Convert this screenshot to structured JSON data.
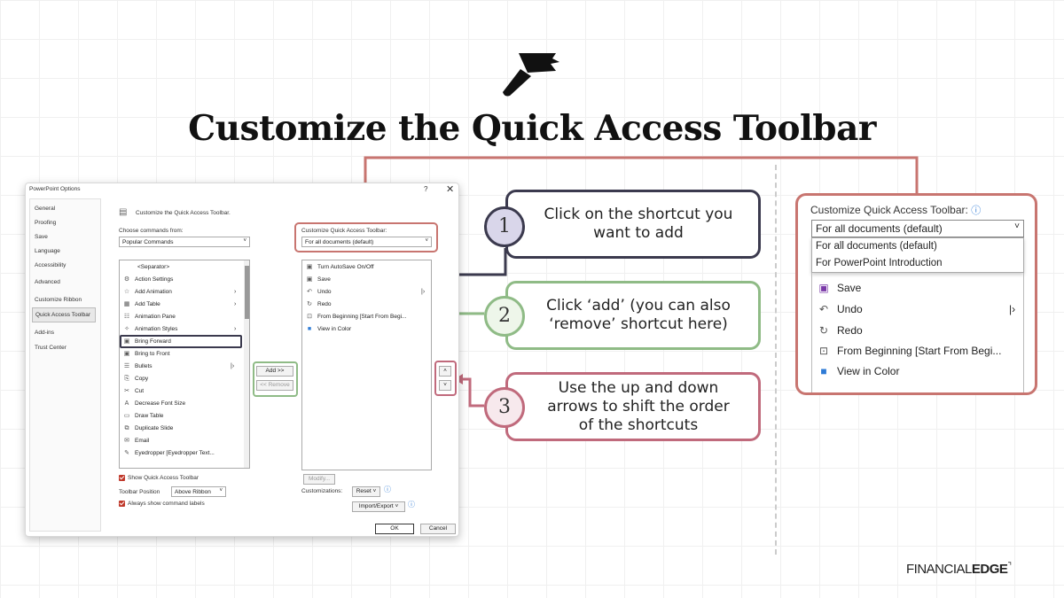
{
  "title": "Customize the Quick Access Toolbar",
  "dialog": {
    "window_title": "PowerPoint Options",
    "help": "?",
    "close": "✕",
    "nav": [
      "General",
      "Proofing",
      "Save",
      "Language",
      "Accessibility",
      "Advanced",
      "Customize Ribbon",
      "Quick Access Toolbar",
      "Add-ins",
      "Trust Center"
    ],
    "heading": "Customize the Quick Access Toolbar.",
    "choose_label": "Choose commands from:",
    "choose_value": "Popular Commands",
    "customize_label": "Customize Quick Access Toolbar:",
    "customize_value": "For all documents (default)",
    "commands": [
      {
        "icon": "",
        "label": "<Separator>"
      },
      {
        "icon": "⚙",
        "label": "Action Settings"
      },
      {
        "icon": "☆",
        "label": "Add Animation",
        "sub": "›"
      },
      {
        "icon": "▦",
        "label": "Add Table",
        "sub": "›"
      },
      {
        "icon": "☷",
        "label": "Animation Pane"
      },
      {
        "icon": "✧",
        "label": "Animation Styles",
        "sub": "›"
      },
      {
        "icon": "▣",
        "label": "Bring Forward"
      },
      {
        "icon": "▣",
        "label": "Bring to Front"
      },
      {
        "icon": "☰",
        "label": "Bullets",
        "sub": "|›"
      },
      {
        "icon": "⎘",
        "label": "Copy"
      },
      {
        "icon": "✂",
        "label": "Cut"
      },
      {
        "icon": "A",
        "label": "Decrease Font Size"
      },
      {
        "icon": "▭",
        "label": "Draw Table"
      },
      {
        "icon": "⧉",
        "label": "Duplicate Slide"
      },
      {
        "icon": "✉",
        "label": "Email"
      },
      {
        "icon": "✎",
        "label": "Eyedropper [Eyedropper Text..."
      }
    ],
    "toolbar_items": [
      {
        "icon": "▣",
        "label": "Turn AutoSave On/Off"
      },
      {
        "icon": "▣",
        "label": "Save"
      },
      {
        "icon": "↶",
        "label": "Undo",
        "sub": "|›"
      },
      {
        "icon": "↻",
        "label": "Redo"
      },
      {
        "icon": "⊡",
        "label": "From Beginning [Start From Begi..."
      },
      {
        "icon": "■",
        "label": "View in Color"
      }
    ],
    "add_button": "Add >>",
    "remove_button": "<< Remove",
    "up_arrow": "˄",
    "down_arrow": "˅",
    "show_qat": "Show Quick Access Toolbar",
    "toolbar_position_label": "Toolbar Position",
    "toolbar_position_value": "Above Ribbon",
    "always_show": "Always show command labels",
    "modify": "Modify...",
    "customizations_label": "Customizations:",
    "reset": "Reset ˅",
    "import_export": "Import/Export ˅",
    "ok": "OK",
    "cancel": "Cancel"
  },
  "callouts": [
    {
      "number": "1",
      "text": "Click on the shortcut you want to add",
      "color": "#3b3a4e"
    },
    {
      "number": "2",
      "text": "Click ‘add’ (you can also ‘remove’ shortcut here)",
      "color": "#8fbb86"
    },
    {
      "number": "3",
      "text": "Use the up and down arrows to shift the order of the shortcuts",
      "color": "#c06a7c"
    }
  ],
  "zoom_panel": {
    "label": "Customize Quick Access Toolbar:",
    "combo_value": "For all documents (default)",
    "options": [
      "For all documents (default)",
      "For PowerPoint Introduction"
    ],
    "items": [
      {
        "icon": "▣",
        "label": "Save"
      },
      {
        "icon": "↶",
        "label": "Undo",
        "sub": "|›"
      },
      {
        "icon": "↻",
        "label": "Redo"
      },
      {
        "icon": "⊡",
        "label": "From Beginning [Start From Begi..."
      },
      {
        "icon": "■",
        "label": "View in Color"
      }
    ]
  },
  "logo": {
    "part1": "FINANCIAL",
    "part2": "EDGE"
  }
}
